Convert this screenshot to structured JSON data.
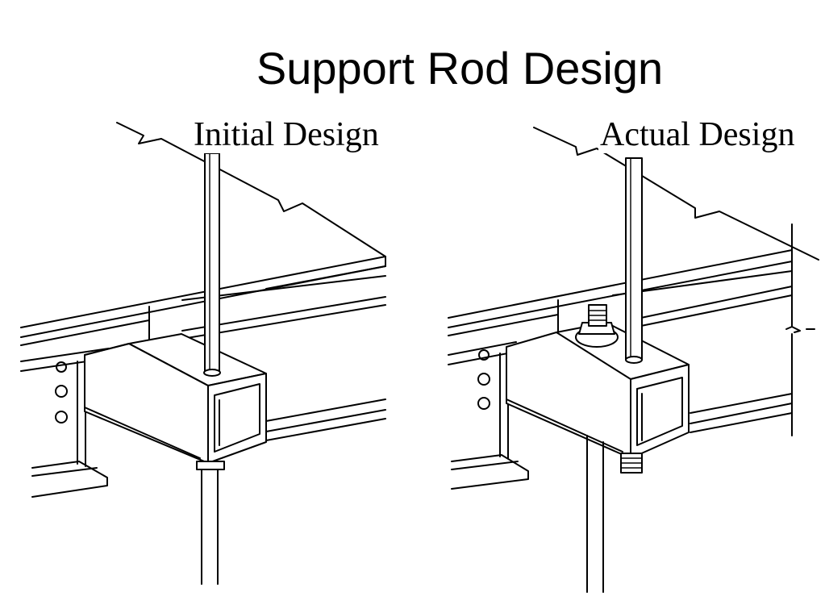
{
  "slide": {
    "title": "Support Rod Design",
    "panels": [
      {
        "label": "Initial Design"
      },
      {
        "label": "Actual Design"
      }
    ]
  }
}
